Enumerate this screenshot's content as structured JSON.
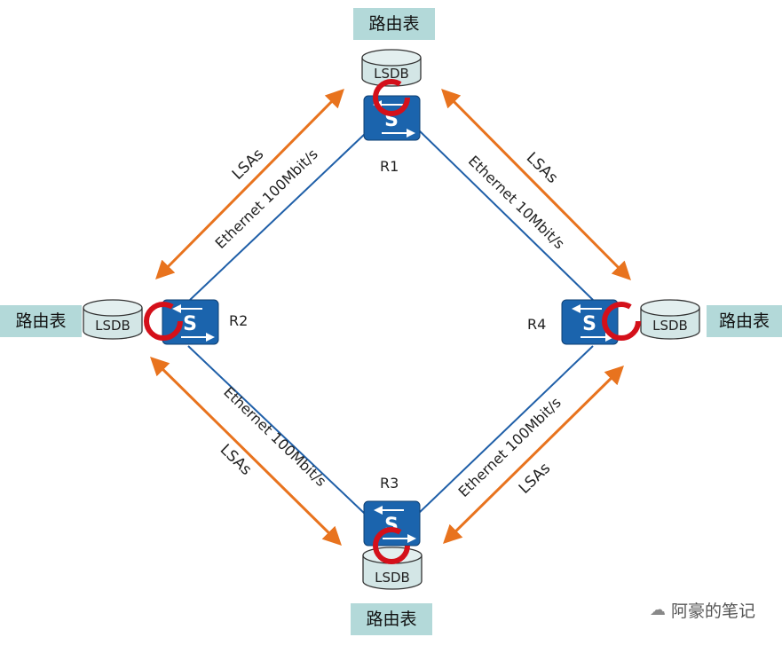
{
  "routing_table_label": "路由表",
  "lsdb_label": "LSDB",
  "lsas_label": "LSAs",
  "routers": {
    "r1": "R1",
    "r2": "R2",
    "r3": "R3",
    "r4": "R4"
  },
  "links": {
    "r1_r2": "Ethernet 100Mbit/s",
    "r1_r4": "Ethernet 10Mbit/s",
    "r2_r3": "Ethernet 100Mbit/s",
    "r3_r4": "Ethernet 100Mbit/s"
  },
  "watermark": "阿豪的笔记",
  "colors": {
    "link": "#1f5fa8",
    "arrow": "#e8731e",
    "router": "#1b64ad",
    "cycle": "#d4101a",
    "label_bg": "#b3d9d9",
    "db_fill": "#d3e6e6"
  }
}
